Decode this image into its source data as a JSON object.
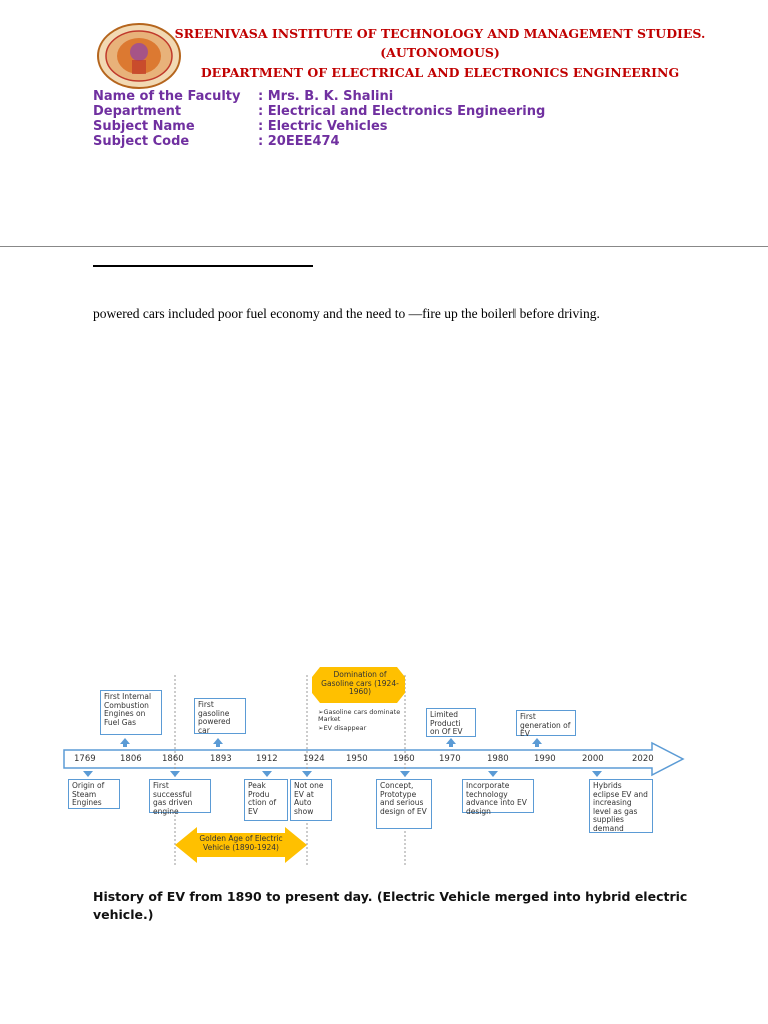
{
  "header": {
    "institute": "SREENIVASA INSTITUTE OF TECHNOLOGY AND MANAGEMENT STUDIES.",
    "autonomous": "(AUTONOMOUS)",
    "department": "DEPARTMENT OF ELECTRICAL AND ELECTRONICS ENGINEERING"
  },
  "faculty_info": [
    {
      "label": "Name of the Faculty",
      "value": ": Mrs. B. K. Shalini"
    },
    {
      "label": "Department",
      "value": ": Electrical and Electronics Engineering"
    },
    {
      "label": "Subject Name",
      "value": ": Electric Vehicles"
    },
    {
      "label": "Subject Code",
      "value": ": 20EEE474"
    }
  ],
  "body_text": "powered cars included poor fuel economy and the need to —fire up the boiler‖ before driving.",
  "timeline": {
    "years": [
      "1769",
      "1806",
      "1860",
      "1893",
      "1912",
      "1924",
      "1950",
      "1960",
      "1970",
      "1980",
      "1990",
      "2000",
      "2020"
    ],
    "above": [
      "First Internal Combustion Engines on Fuel Gas",
      "First gasoline powered car",
      "Limited Producti on Of EV",
      "First generation of EV"
    ],
    "below": [
      "Origin of Steam Engines",
      "First successful gas driven engine",
      "Peak Produ ction of EV",
      "Not one EV at Auto show",
      "Concept, Prototype and serious design of EV",
      "Incorporate technology advance into EV design",
      "Hybrids eclipse EV and increasing level as gas supplies demand"
    ],
    "domination_title": "Domination of Gasoline cars (1924-1960)",
    "domination_points": [
      "➢Gasoline cars dominate Market",
      "➢EV disappear"
    ],
    "golden_age": "Golden Age of Electric Vehicle (1890-1924)"
  },
  "caption": "History of EV from 1890 to present day. (Electric Vehicle merged into hybrid electric vehicle.)",
  "colors": {
    "header": "#c00000",
    "meta": "#7030a0",
    "accent_blue": "#5b9bd5",
    "arrow_gold": "#ffc000"
  }
}
